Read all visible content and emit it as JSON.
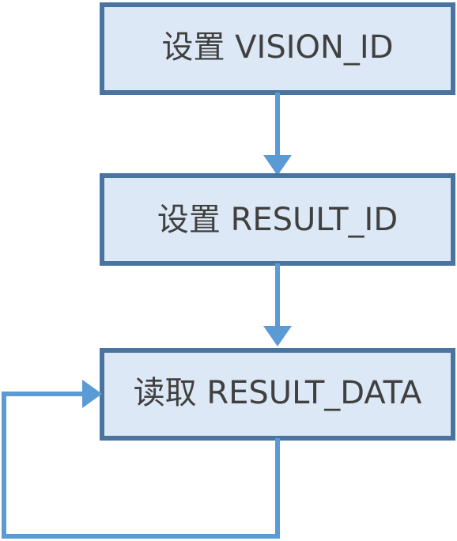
{
  "flowchart": {
    "steps": [
      {
        "label": "设置 VISION_ID"
      },
      {
        "label": "设置 RESULT_ID"
      },
      {
        "label": "读取 RESULT_DATA"
      }
    ],
    "colors": {
      "box_fill": "#dce8f5",
      "box_border": "#4a74a0",
      "arrow": "#5b9bd5",
      "text": "#404040"
    }
  }
}
